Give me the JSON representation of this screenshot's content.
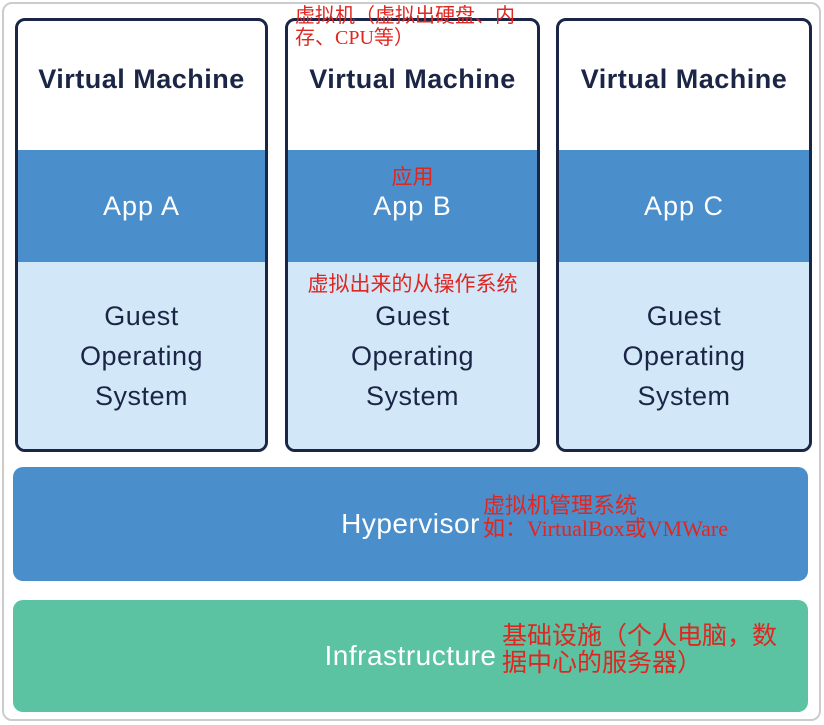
{
  "colors": {
    "navy": "#1b2545",
    "blue": "#4a8fcb",
    "light_blue": "#d2e7f8",
    "green": "#5bc2a2",
    "red": "#e02620",
    "white": "#ffffff",
    "frame_gray": "#cccccc"
  },
  "vm_boxes": [
    {
      "title": "Virtual Machine",
      "app": "App A",
      "guest_os_lines": [
        "Guest",
        "Operating",
        "System"
      ]
    },
    {
      "title": "Virtual Machine",
      "app": "App B",
      "guest_os_lines": [
        "Guest",
        "Operating",
        "System"
      ]
    },
    {
      "title": "Virtual Machine",
      "app": "App C",
      "guest_os_lines": [
        "Guest",
        "Operating",
        "System"
      ]
    }
  ],
  "layers": {
    "hypervisor": {
      "label": "Hypervisor"
    },
    "infrastructure": {
      "label": "Infrastructure"
    }
  },
  "annotations": {
    "vm": {
      "lines": [
        "虚拟机（虚拟出硬盘、内",
        "存、CPU等）"
      ]
    },
    "app": {
      "text": "应用"
    },
    "guest_os": {
      "text": "虚拟出来的从操作系统"
    },
    "hypervisor": {
      "lines": [
        "虚拟机管理系统",
        "如：VirtualBox或VMWare"
      ]
    },
    "infrastructure": {
      "lines": [
        "基础设施（个人电脑，数",
        "据中心的服务器）"
      ]
    }
  }
}
